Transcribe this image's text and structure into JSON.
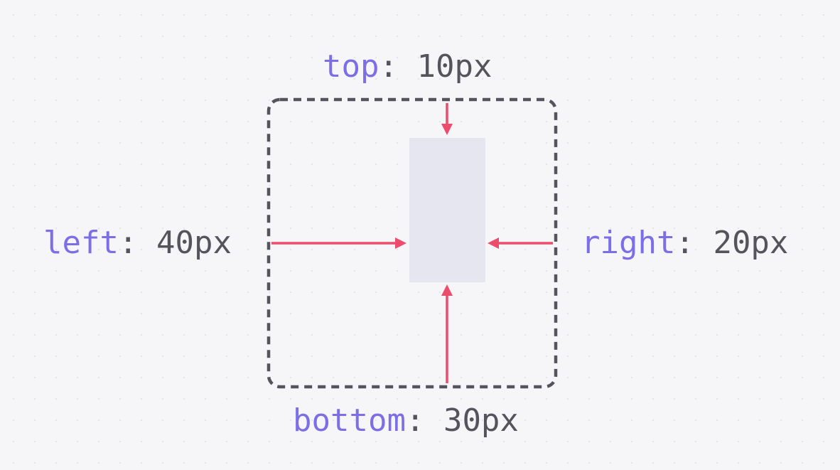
{
  "labels": {
    "top": {
      "property": "top",
      "colon": ":",
      "value": "10px"
    },
    "left": {
      "property": "left",
      "colon": ":",
      "value": "40px"
    },
    "right": {
      "property": "right",
      "colon": ":",
      "value": "20px"
    },
    "bottom": {
      "property": "bottom",
      "colon": ":",
      "value": "30px"
    }
  },
  "colors": {
    "background": "#f6f6f9",
    "property_text": "#7b6ee6",
    "value_text": "#55545c",
    "container_border": "#55545c",
    "arrow": "#ec4d6c",
    "element_fill": "#e6e6f0"
  }
}
